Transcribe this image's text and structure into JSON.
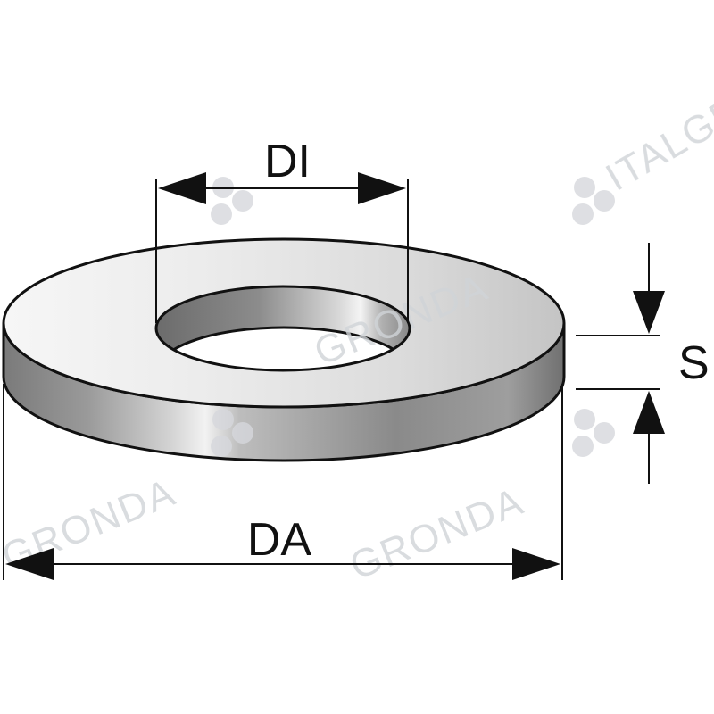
{
  "dimensions": {
    "inner_diameter_label": "DI",
    "outer_diameter_label": "DA",
    "thickness_label": "S"
  },
  "watermark": {
    "text_a": "ITALGRONDA",
    "text_b": "GRONDA"
  },
  "colors": {
    "outline": "#111111",
    "face_light": "#f4f4f4",
    "face_mid": "#c8c8c8",
    "edge_dark": "#6e6e6e",
    "watermark": "#d0d4d8"
  }
}
